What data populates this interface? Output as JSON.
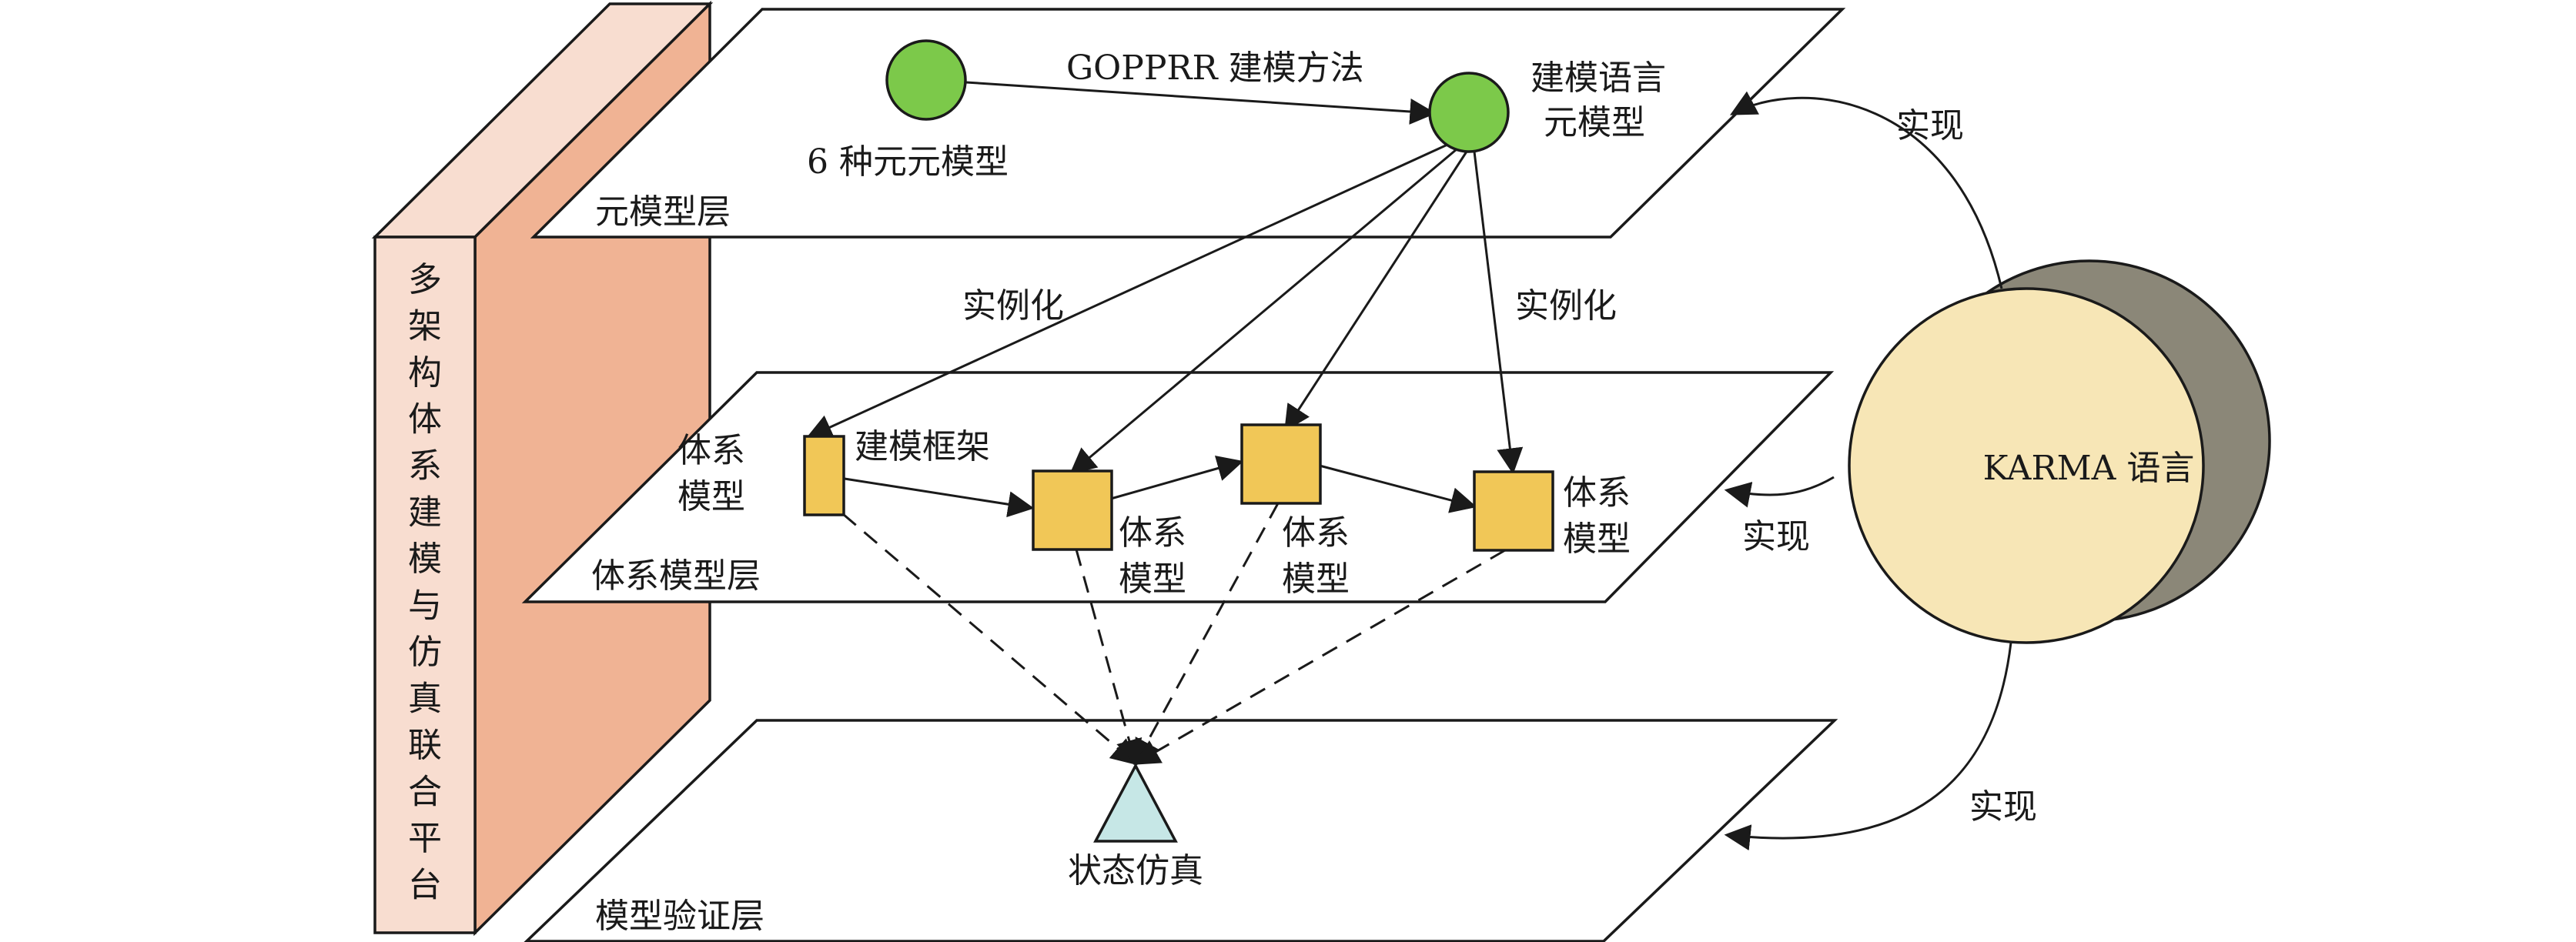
{
  "colors": {
    "meta_node": "#7cc94a",
    "model_node": "#f1c757",
    "triangle": "#c6e7e6",
    "karma_front": "#f7e6b6",
    "karma_back": "#8b8778",
    "platform_front": "#f0b394",
    "platform_face": "#f8ddd0"
  },
  "platform": {
    "label_chars": [
      "多",
      "架",
      "构",
      "体",
      "系",
      "建",
      "模",
      "与",
      "仿",
      "真",
      "联",
      "合",
      "平",
      "台"
    ]
  },
  "layers": {
    "meta": {
      "label": "元模型层",
      "left_node_label": "6 种元元模型",
      "edge_label": "GOPPRR 建模方法",
      "right_node_label_lines": [
        "建模语言",
        "元模型"
      ]
    },
    "system": {
      "label": "体系模型层",
      "edge_label": "建模框架",
      "models": [
        {
          "label_lines": [
            "体系",
            "模型"
          ]
        },
        {
          "label_lines": [
            "体系",
            "模型"
          ]
        },
        {
          "label_lines": [
            "体系",
            "模型"
          ]
        },
        {
          "label_lines": [
            "体系",
            "模型"
          ]
        }
      ]
    },
    "validation": {
      "label": "模型验证层",
      "sim_label": "状态仿真"
    }
  },
  "instantiate": {
    "left": "实例化",
    "right": "实例化"
  },
  "karma": {
    "label": "KARMA 语言",
    "realize_labels": [
      "实现",
      "实现",
      "实现"
    ]
  }
}
